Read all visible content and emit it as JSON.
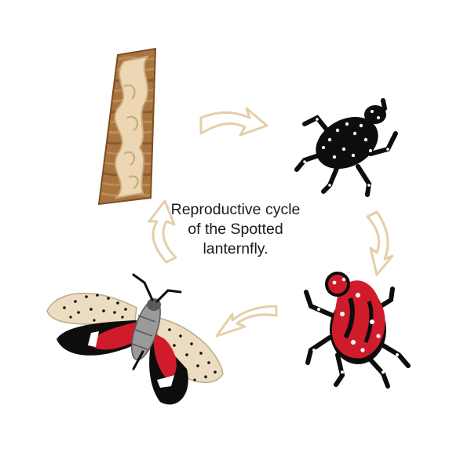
{
  "caption": {
    "lines": [
      "Reproductive cycle",
      "of the Spotted",
      "lanternfly."
    ]
  },
  "stages": [
    {
      "name": "egg-mass",
      "icon": "egg-mass-on-bark-icon"
    },
    {
      "name": "early-nymph",
      "icon": "black-nymph-icon"
    },
    {
      "name": "late-nymph",
      "icon": "red-nymph-icon"
    },
    {
      "name": "adult",
      "icon": "adult-lanternfly-icon"
    }
  ],
  "colors": {
    "bark": "#a8743f",
    "bark_dark": "#7c4f23",
    "eggs": "#ecd6b3",
    "arrow": "#e3cfa9",
    "black": "#0d0d0d",
    "red": "#d01b2a",
    "wing_cream": "#ecdcc1",
    "text": "#1a1a1a"
  }
}
